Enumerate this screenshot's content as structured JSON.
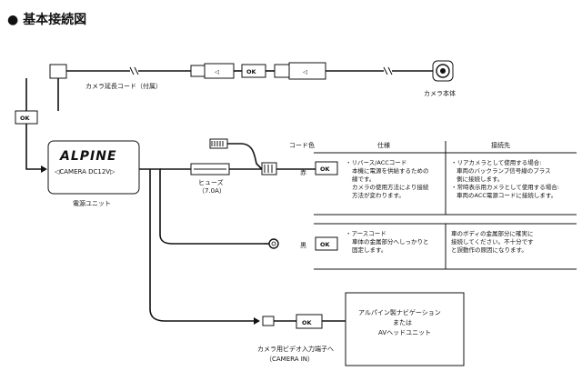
{
  "title": "● 基本接続図",
  "camera_ext_cord": "カメラ延長コード（付属）",
  "camera_body": "カメラ本体",
  "ok_badge": "OK",
  "ok_arrow_symbol": "◁",
  "power_unit": {
    "brand": "ALPINE",
    "camera_label": "◁CAMERA  DC12V▷",
    "name": "電源ユニット"
  },
  "fuse": {
    "line1": "ヒューズ",
    "line2": "（7.0A）"
  },
  "table": {
    "col_code_color": "コード色",
    "col_spec": "仕様",
    "col_dest": "接続先",
    "rows": [
      {
        "color": "赤",
        "spec": [
          "・リバース/ACCコード",
          "本機に電源を供給するための",
          "線です。",
          "カメラの使用方法により接続",
          "方法が変わります。"
        ],
        "dest": [
          "・リアカメラとして使用する場合:",
          "車両のバックランプ信号線のプラス",
          "側に接続します。",
          "・常時表示用カメラとして使用する場合:",
          "車両のACC電源コードに接続します。"
        ]
      },
      {
        "color": "黒",
        "spec": [
          "・アースコード",
          "車体の金属部分へしっかりと",
          "固定します。"
        ],
        "dest": [
          "車のボディの金属部分に確実に",
          "接続してください。不十分です",
          "と誤動作の原因になります。"
        ]
      }
    ]
  },
  "nav_box": [
    "アルパイン製ナビゲーション",
    "または",
    "AVヘッドユニット"
  ],
  "video_input": {
    "line1": "カメラ用ビデオ入力端子へ",
    "line2": "（CAMERA IN）"
  }
}
